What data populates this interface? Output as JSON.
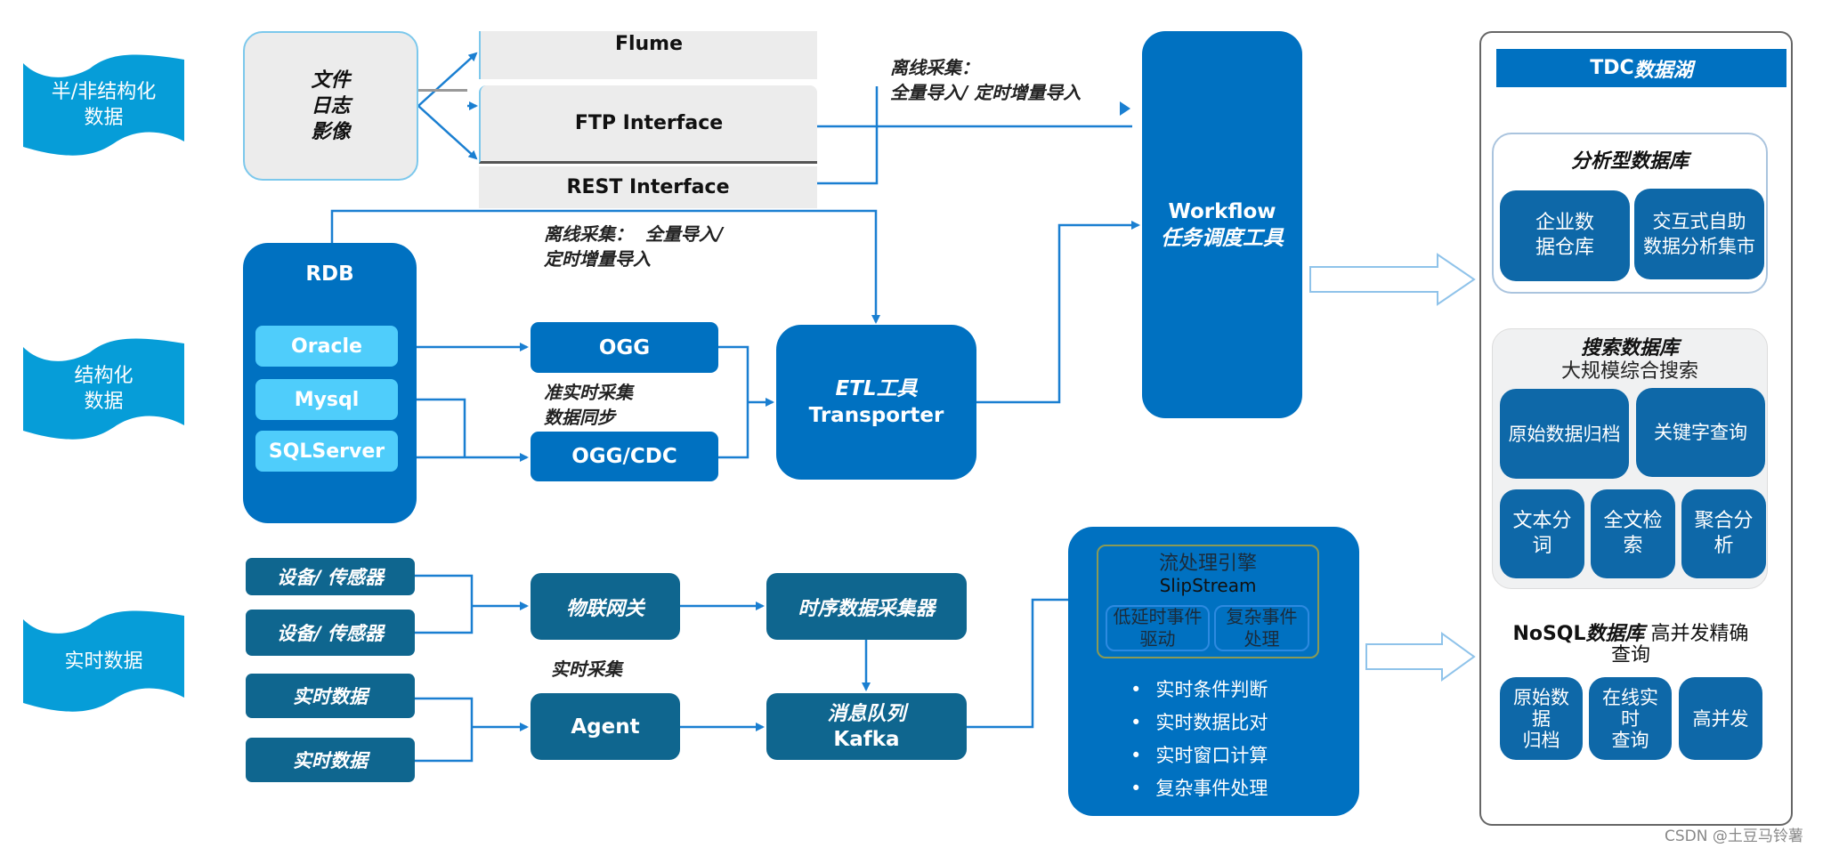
{
  "sources": {
    "semi_structured": "半/非结构化\n数据",
    "structured": "结构化\n数据",
    "realtime": "实时数据"
  },
  "files_box": {
    "lines": [
      "文件",
      "日志",
      "影像"
    ]
  },
  "interfaces": {
    "flume": "Flume",
    "ftp": "FTP Interface",
    "rest": "REST Interface"
  },
  "notes": {
    "offline_top_line1": "离线采集：",
    "offline_top_line2": "全量导入/ 定时增量导入",
    "offline_mid_line1": "离线采集：  全量导入/",
    "offline_mid_line2": "定时增量导入",
    "near_realtime_line1": "准实时采集",
    "near_realtime_line2": "数据同步",
    "realtime_collect": "实时采集"
  },
  "rdb": {
    "title": "RDB",
    "items": [
      "Oracle",
      "Mysql",
      "SQLServer"
    ]
  },
  "sync": {
    "ogg": "OGG",
    "ogg_cdc": "OGG/CDC"
  },
  "etl": {
    "line1": "ETL工具",
    "line2": "Transporter"
  },
  "workflow": {
    "line1": "Workflow",
    "line2": "任务调度工具"
  },
  "realtime_sources": [
    "设备/ 传感器",
    "设备/ 传感器",
    "实时数据",
    "实时数据"
  ],
  "iot_gateway": "物联网关",
  "agent": "Agent",
  "ts_collector": "时序数据采集器",
  "kafka": {
    "line1": "消息队列",
    "line2": "Kafka"
  },
  "stream": {
    "engine_line1": "流处理引擎",
    "engine_line2": "SlipStream",
    "sub1": "低延时事件\n驱动",
    "sub2": "复杂事件\n处理",
    "bullets": [
      "实时条件判断",
      "实时数据比对",
      "实时窗口计算",
      "复杂事件处理"
    ]
  },
  "data_lake": {
    "title_prefix": "TDC",
    "title_suffix": "数据湖",
    "analytic": {
      "title": "分析型数据库",
      "items": [
        "企业数\n据仓库",
        "交互式自助\n数据分析集市"
      ]
    },
    "search": {
      "title": "搜索数据库",
      "subtitle": "大规模综合搜索",
      "items_row1": [
        "原始数据归档",
        "关键字查询"
      ],
      "items_row2": [
        "文本分\n词",
        "全文检\n索",
        "聚合分\n析"
      ]
    },
    "nosql": {
      "title_prefix": "NoSQL",
      "title_ital": "数据库",
      "title_suffix": " 高并发精确\n查询",
      "items": [
        "原始数\n据\n归档",
        "在线实\n时\n查询",
        "高并发"
      ]
    }
  },
  "watermark": "CSDN @土豆马铃薯",
  "colors": {
    "primary_blue": "#0071c1",
    "teal_blue": "#0f668f",
    "light_blue": "#4fcdfb",
    "wave_blue": "#069dd8",
    "wire_blue": "#1a7fd1",
    "gray_box": "#ececec"
  }
}
